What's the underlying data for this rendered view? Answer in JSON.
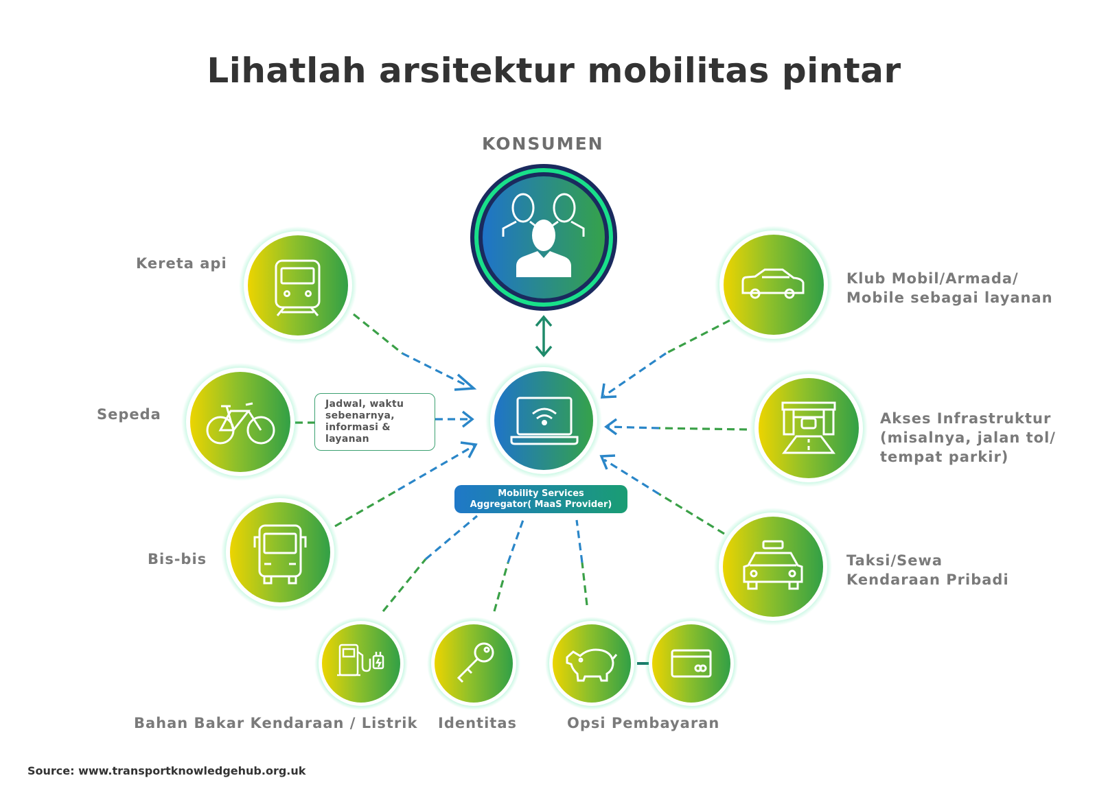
{
  "title": "Lihatlah arsitektur mobilitas pintar",
  "center_label": "KONSUMEN",
  "nodes": {
    "kereta_api": "Kereta api",
    "sepeda": "Sepeda",
    "bis_bis": "Bis-bis",
    "klub_mobil": [
      "Klub Mobil/Armada/",
      "Mobile sebagai layanan"
    ],
    "akses_infra": [
      "Akses Infrastruktur",
      "(misalnya, jalan tol/",
      "tempat parkir)"
    ],
    "taksi": [
      "Taksi/Sewa",
      "Kendaraan Pribadi"
    ],
    "bahan_bakar": "Bahan Bakar Kendaraan / Listrik",
    "identitas": "Identitas",
    "opsi_pembayaran": "Opsi Pembayaran"
  },
  "info_box": [
    "Jadwal, waktu",
    "sebenarnya,",
    "informasi &",
    "layanan"
  ],
  "maas": [
    "Mobility Services",
    "Aggregator( MaaS Provider)"
  ],
  "source": "Source: www.transportknowledgehub.org.uk",
  "colors": {
    "green": "#3aa047",
    "yellow": "#e8d200",
    "blue": "#1f78c8",
    "navy": "#1a2a5e",
    "glow": "#19e08a",
    "dash_blue": "#2a86c8",
    "dash_green": "#3aa047"
  },
  "icons": [
    "people-icon",
    "laptop-wifi-icon",
    "train-icon",
    "bicycle-icon",
    "bus-icon",
    "car-icon",
    "toll-gate-icon",
    "taxi-icon",
    "fuel-charger-icon",
    "key-icon",
    "piggy-bank-icon",
    "credit-card-icon"
  ]
}
